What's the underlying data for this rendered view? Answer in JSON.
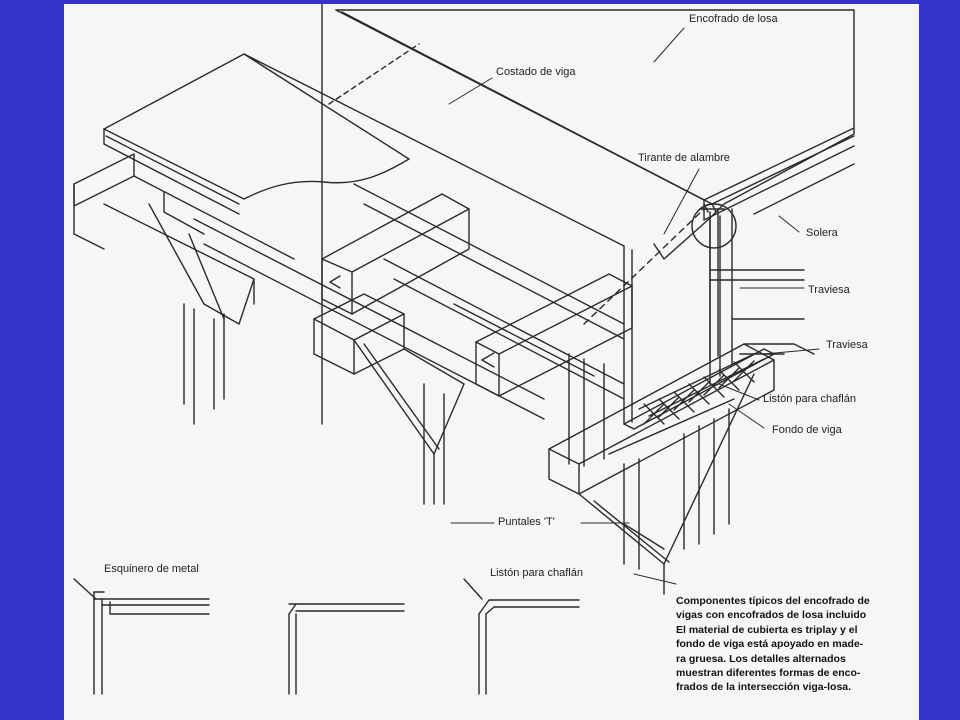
{
  "labels": {
    "encofrado_losa": "Encofrado de losa",
    "costado_viga": "Costado de viga",
    "tirante_alambre": "Tirante de alambre",
    "solera": "Solera",
    "traviesa_1": "Traviesa",
    "traviesa_2": "Traviesa",
    "liston_chaflan": "Listón para chaflán",
    "fondo_viga": "Fondo de viga",
    "puntales": "Puntales 'T'",
    "esquinero_metal": "Esquinero de metal",
    "liston_chaflan_detalle": "Listón para chaflán"
  },
  "caption": [
    "Componentes típicos del encofrado de",
    "vigas con encofrados de losa incluido",
    "El material de cubierta es triplay y el",
    "fondo de viga está apoyado en made-",
    "ra gruesa. Los detalles alternados",
    "muestran diferentes formas de enco-",
    "frados de la intersección viga-losa."
  ]
}
